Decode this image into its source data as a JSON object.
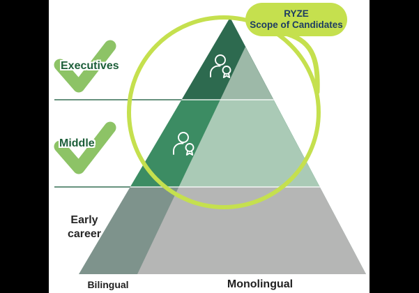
{
  "diagram": {
    "badge": {
      "line1": "RYZE",
      "line2": "Scope of Candidates"
    },
    "levels": [
      {
        "label": "Executives",
        "checked": true
      },
      {
        "label": "Middle",
        "checked": true
      },
      {
        "label": "Early career",
        "lines": [
          "Early",
          "career"
        ],
        "checked": false
      }
    ],
    "footer_labels": [
      {
        "label": "Bilingual"
      },
      {
        "label": "Monolingual"
      }
    ],
    "icons": [
      "check-icon",
      "check-icon",
      "person-award-icon",
      "person-award-icon",
      "scope-circle-icon"
    ],
    "colors": {
      "accent_chartreuse": "#c5e04e",
      "badge_text": "#1d3c63",
      "band_executives_dark": "#2d6a4f",
      "band_middle_green": "#3c8c63",
      "band_early_gray_green": "#7e938c",
      "inner_executives": "#9db9a8",
      "inner_middle": "#aacab6",
      "inner_early": "#b5b6b5",
      "check_green": "#8dc366",
      "level_text": "#1c5e39",
      "divider_line": "#67927e",
      "letterbox": "#000000"
    }
  }
}
